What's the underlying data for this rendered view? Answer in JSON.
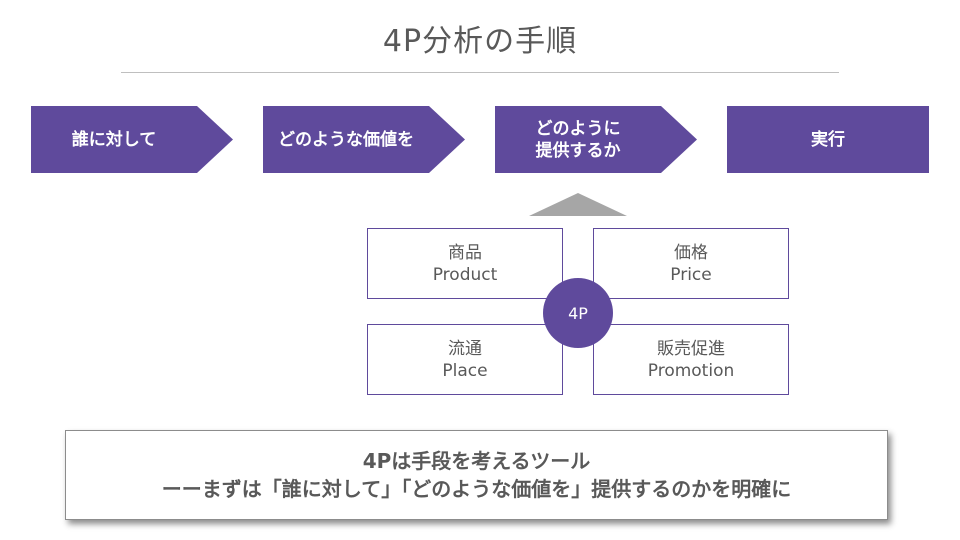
{
  "title": "4P分析の手順",
  "steps": [
    {
      "label": "誰に対して"
    },
    {
      "label": "どのような価値を"
    },
    {
      "label": "どのように\n提供するか"
    },
    {
      "label": "実行"
    }
  ],
  "quadrants": {
    "product": {
      "jp": "商品",
      "en": "Product"
    },
    "price": {
      "jp": "価格",
      "en": "Price"
    },
    "place": {
      "jp": "流通",
      "en": "Place"
    },
    "promotion": {
      "jp": "販売促進",
      "en": "Promotion"
    }
  },
  "center": "4P",
  "summary": {
    "line1": "4Pは手段を考えるツール",
    "line2": "ーーまずは「誰に対して」「どのような価値を」提供するのかを明確に"
  },
  "colors": {
    "accent": "#5f4a9c",
    "triangle": "#a6a6a6",
    "text": "#595959"
  }
}
